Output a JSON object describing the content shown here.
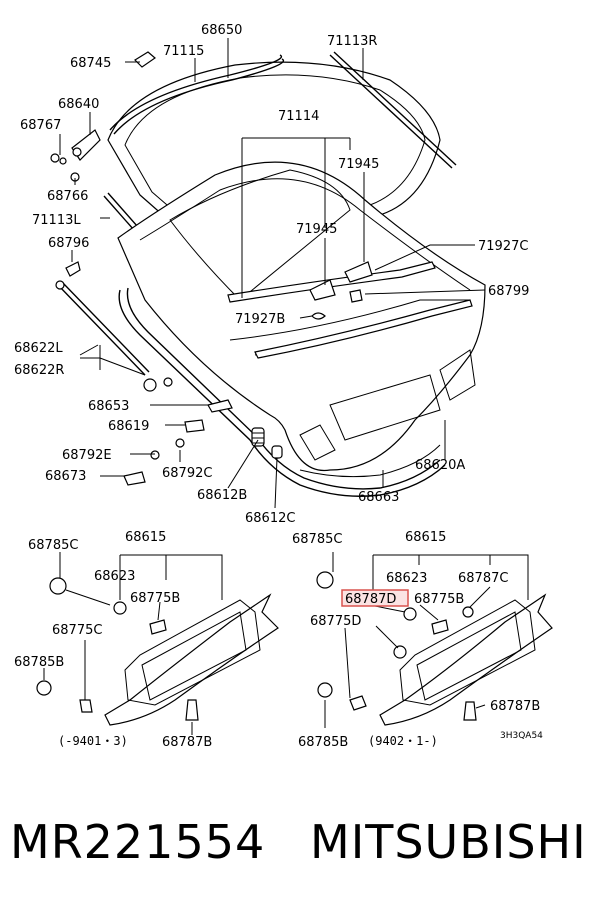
{
  "labels": {
    "l68650": "68650",
    "l71115": "71115",
    "l68745": "68745",
    "l71113R": "71113R",
    "l68640": "68640",
    "l68767": "68767",
    "l71114": "71114",
    "l71945a": "71945",
    "l68766": "68766",
    "l71113L": "71113L",
    "l71945b": "71945",
    "l68796": "68796",
    "l71927C": "71927C",
    "l68799": "68799",
    "l71927B": "71927B",
    "l68622L": "68622L",
    "l68622R": "68622R",
    "l68653": "68653",
    "l68619": "68619",
    "l68792E": "68792E",
    "l68792C": "68792C",
    "l68620A": "68620A",
    "l68673": "68673",
    "l68612B": "68612B",
    "l68663": "68663",
    "l68612C": "68612C"
  },
  "left_panel": {
    "l68785C": "68785C",
    "l68615": "68615",
    "l68623": "68623",
    "l68775B": "68775B",
    "l68775C": "68775C",
    "l68785B": "68785B",
    "l68787B": "68787B",
    "date_range": "(-9401・3)"
  },
  "right_panel": {
    "l68785C": "68785C",
    "l68615": "68615",
    "l68623": "68623",
    "l68787C": "68787C",
    "l68787D": "68787D",
    "l68775B": "68775B",
    "l68775D": "68775D",
    "l68787B": "68787B",
    "l68785B": "68785B",
    "date_range": "(9402・1-)",
    "diagram_code": "3H3QA54"
  },
  "footer": {
    "part_number": "MR221554",
    "brand": "MITSUBISHI"
  }
}
